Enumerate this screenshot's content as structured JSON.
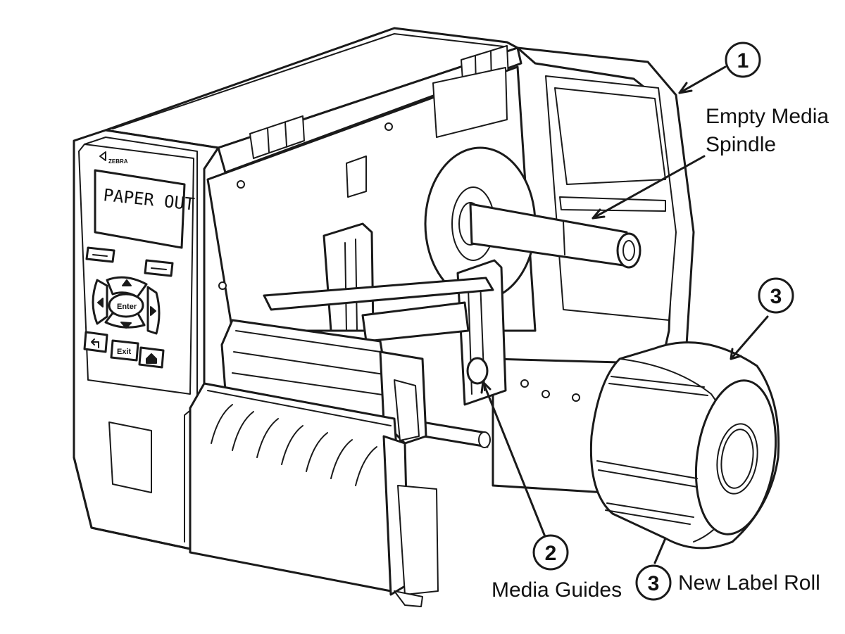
{
  "printer": {
    "brand": "ZEBRA",
    "display_text": "PAPER OUT",
    "keys": {
      "enter": "Enter",
      "exit": "Exit"
    }
  },
  "callouts": [
    {
      "number": "1",
      "label": "Empty Media",
      "label_line2": "Spindle"
    },
    {
      "number": "2",
      "label": "Media Guides"
    },
    {
      "number": "3",
      "label": "New Label Roll"
    }
  ]
}
